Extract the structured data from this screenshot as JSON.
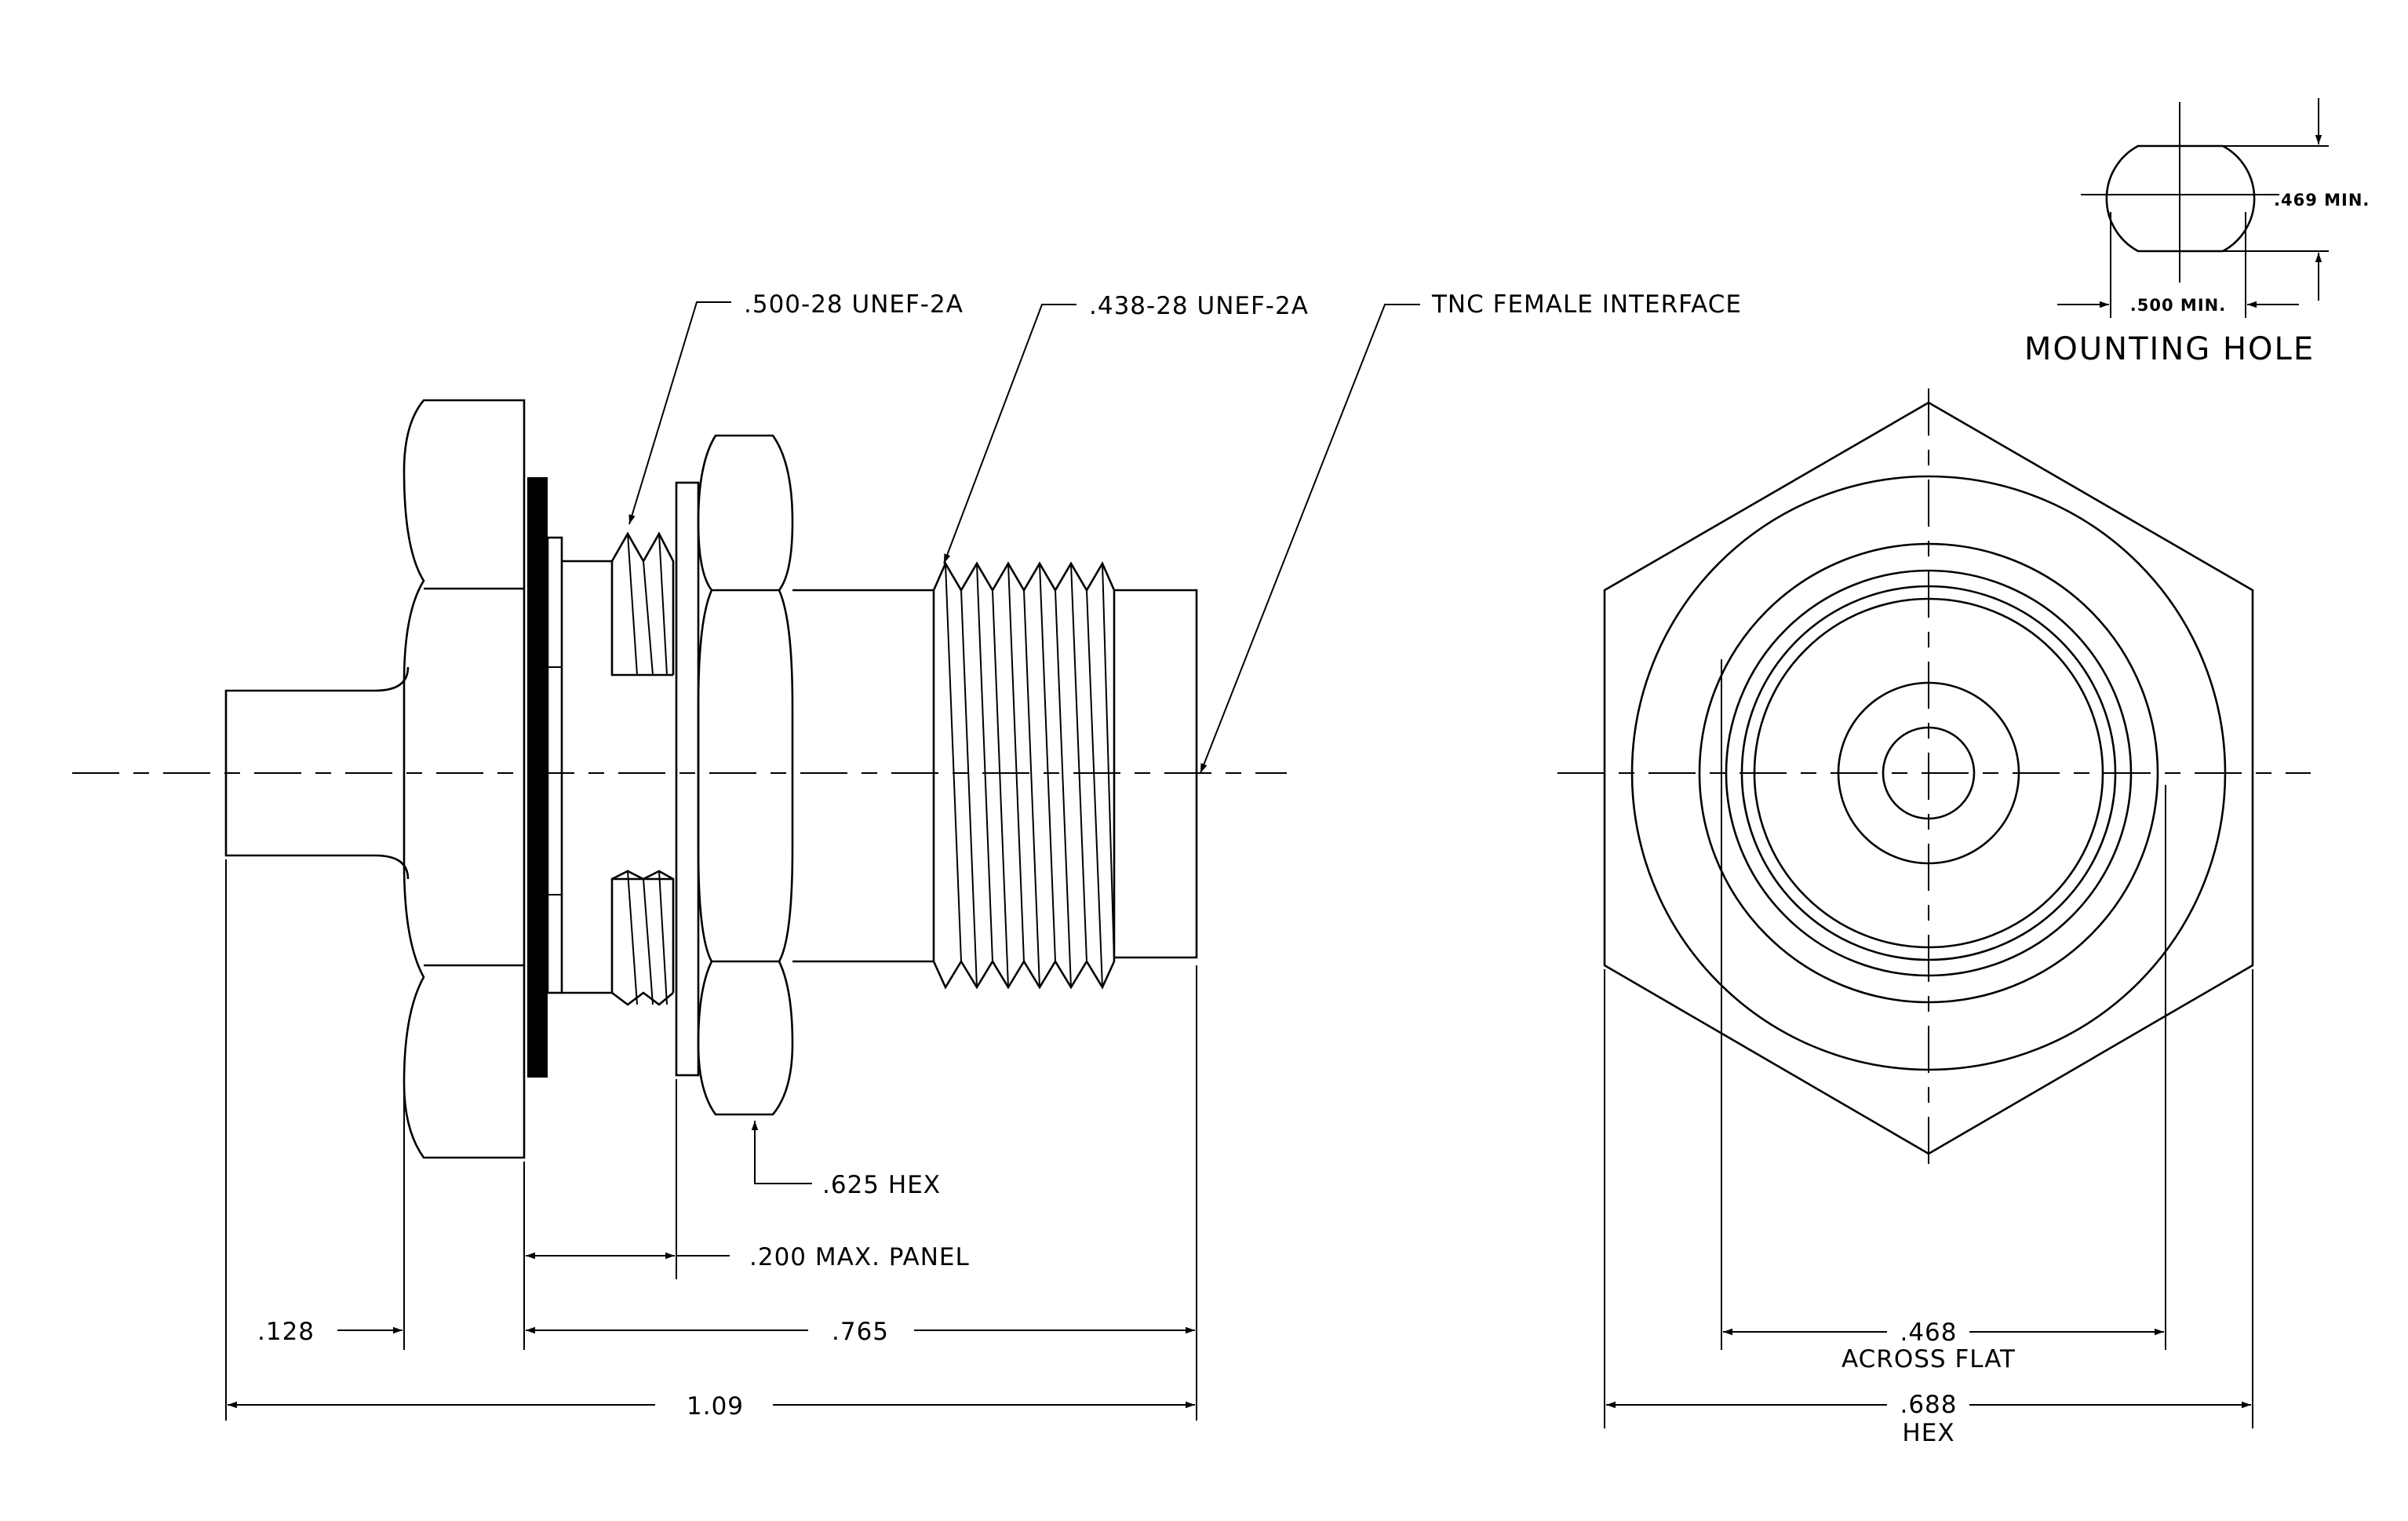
{
  "labels": {
    "thread_outer": ".500-28 UNEF-2A",
    "thread_inner": ".438-28 UNEF-2A",
    "interface": "TNC FEMALE INTERFACE",
    "hex_nut": ".625 HEX",
    "panel": ".200 MAX. PANEL",
    "dim_128": ".128",
    "dim_765": ".765",
    "dim_109": "1.09",
    "mounting_hole": "MOUNTING HOLE",
    "mh_469": ".469 MIN.",
    "mh_500": ".500 MIN.",
    "flat_value": ".468",
    "flat_text": "ACROSS FLAT",
    "hex_value": ".688",
    "hex_text": "HEX"
  },
  "colors": {
    "line": "#000000",
    "background": "#ffffff",
    "panel_fill": "#000000"
  }
}
